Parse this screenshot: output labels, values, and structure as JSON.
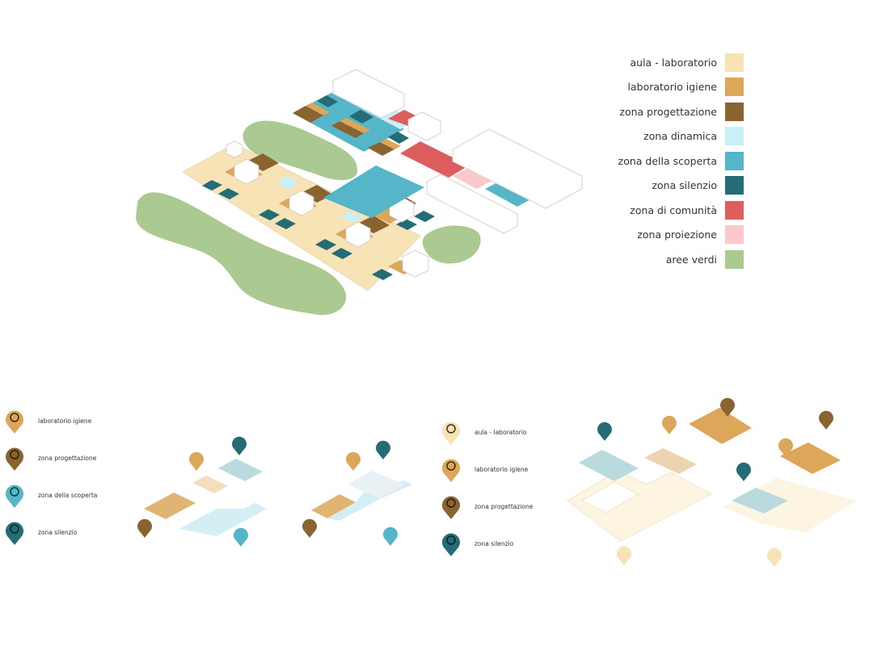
{
  "legend": {
    "items": [
      {
        "label": "aula - laboratorio",
        "color": "#f7e3b6"
      },
      {
        "label": "laboratorio igiene",
        "color": "#dca75a"
      },
      {
        "label": "zona progettazione",
        "color": "#8a6430"
      },
      {
        "label": "zona dinamica",
        "color": "#c9f1f7"
      },
      {
        "label": "zona della scoperta",
        "color": "#54b6c8"
      },
      {
        "label": "zona silenzio",
        "color": "#246c76"
      },
      {
        "label": "zona di comunità",
        "color": "#dd5e5c"
      },
      {
        "label": "zona proiezione",
        "color": "#fbc8cb"
      },
      {
        "label": "aree verdi",
        "color": "#aaca92"
      }
    ]
  },
  "pin_legend_left": {
    "items": [
      {
        "label": "laboratorio igiene",
        "color": "#dca75a",
        "icon": "tool-icon"
      },
      {
        "label": "zona progettazione",
        "color": "#8a6430",
        "icon": "design-icon"
      },
      {
        "label": "zona della scoperta",
        "color": "#54b6c8",
        "icon": "discovery-icon"
      },
      {
        "label": "zona silenzio",
        "color": "#246c76",
        "icon": "silence-icon"
      }
    ]
  },
  "pin_legend_right": {
    "items": [
      {
        "label": "aula - laboratorio",
        "color": "#f7e3b6",
        "icon": "lion-icon"
      },
      {
        "label": "laboratorio igiene",
        "color": "#dca75a",
        "icon": "tool-icon"
      },
      {
        "label": "zona progettazione",
        "color": "#8a6430",
        "icon": "design-icon"
      },
      {
        "label": "zona silenzio",
        "color": "#246c76",
        "icon": "silence-icon"
      }
    ]
  }
}
